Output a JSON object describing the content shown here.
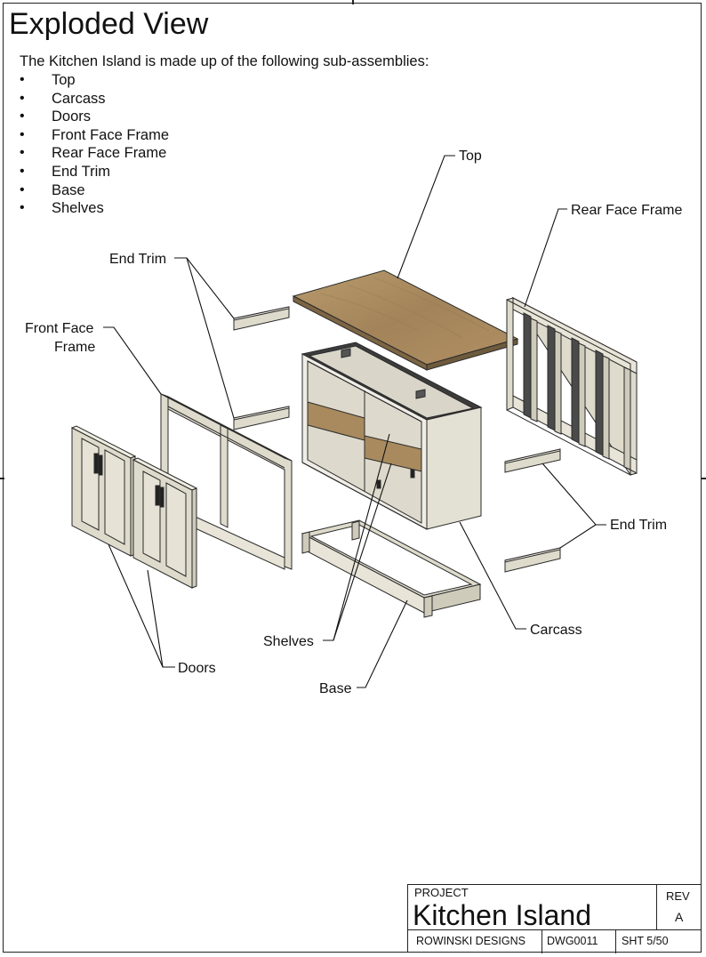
{
  "page": {
    "title": "Exploded View",
    "intro": "The Kitchen Island is made up of the following sub-assemblies:",
    "sub_assemblies": [
      "Top",
      "Carcass",
      "Doors",
      "Front Face Frame",
      "Rear Face Frame",
      "End Trim",
      "Base",
      "Shelves"
    ]
  },
  "callouts": {
    "top": "Top",
    "rear_face_frame": "Rear Face Frame",
    "end_trim_left": "End Trim",
    "front_face_frame_line1": "Front Face",
    "front_face_frame_line2": "Frame",
    "end_trim_right": "End Trim",
    "shelves": "Shelves",
    "carcass": "Carcass",
    "doors": "Doors",
    "base": "Base"
  },
  "title_block": {
    "project_label": "PROJECT",
    "project_name": "Kitchen Island",
    "rev_label": "REV",
    "rev_value": "A",
    "company": "ROWINSKI DESIGNS",
    "drawing_number": "DWG0011",
    "sheet": "SHT  5/50"
  },
  "colors": {
    "wood": "#a88a5e",
    "panel": "#e4e1d6",
    "frame": "#dedbcc",
    "edge": "#2a2a2a"
  }
}
